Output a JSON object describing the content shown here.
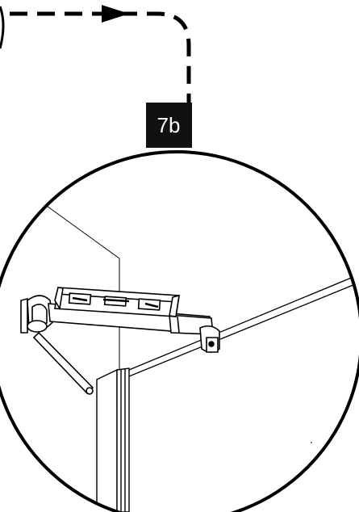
{
  "step": {
    "label": "7b"
  },
  "colors": {
    "ink": "#000000",
    "paper": "#ffffff",
    "badge_bg": "#111111",
    "badge_text": "#ffffff"
  },
  "figure": {
    "type": "installation-diagram",
    "parts": [
      "spirit-level",
      "wall-bracket",
      "support-bar",
      "glass-panel",
      "profile",
      "clamp"
    ]
  }
}
